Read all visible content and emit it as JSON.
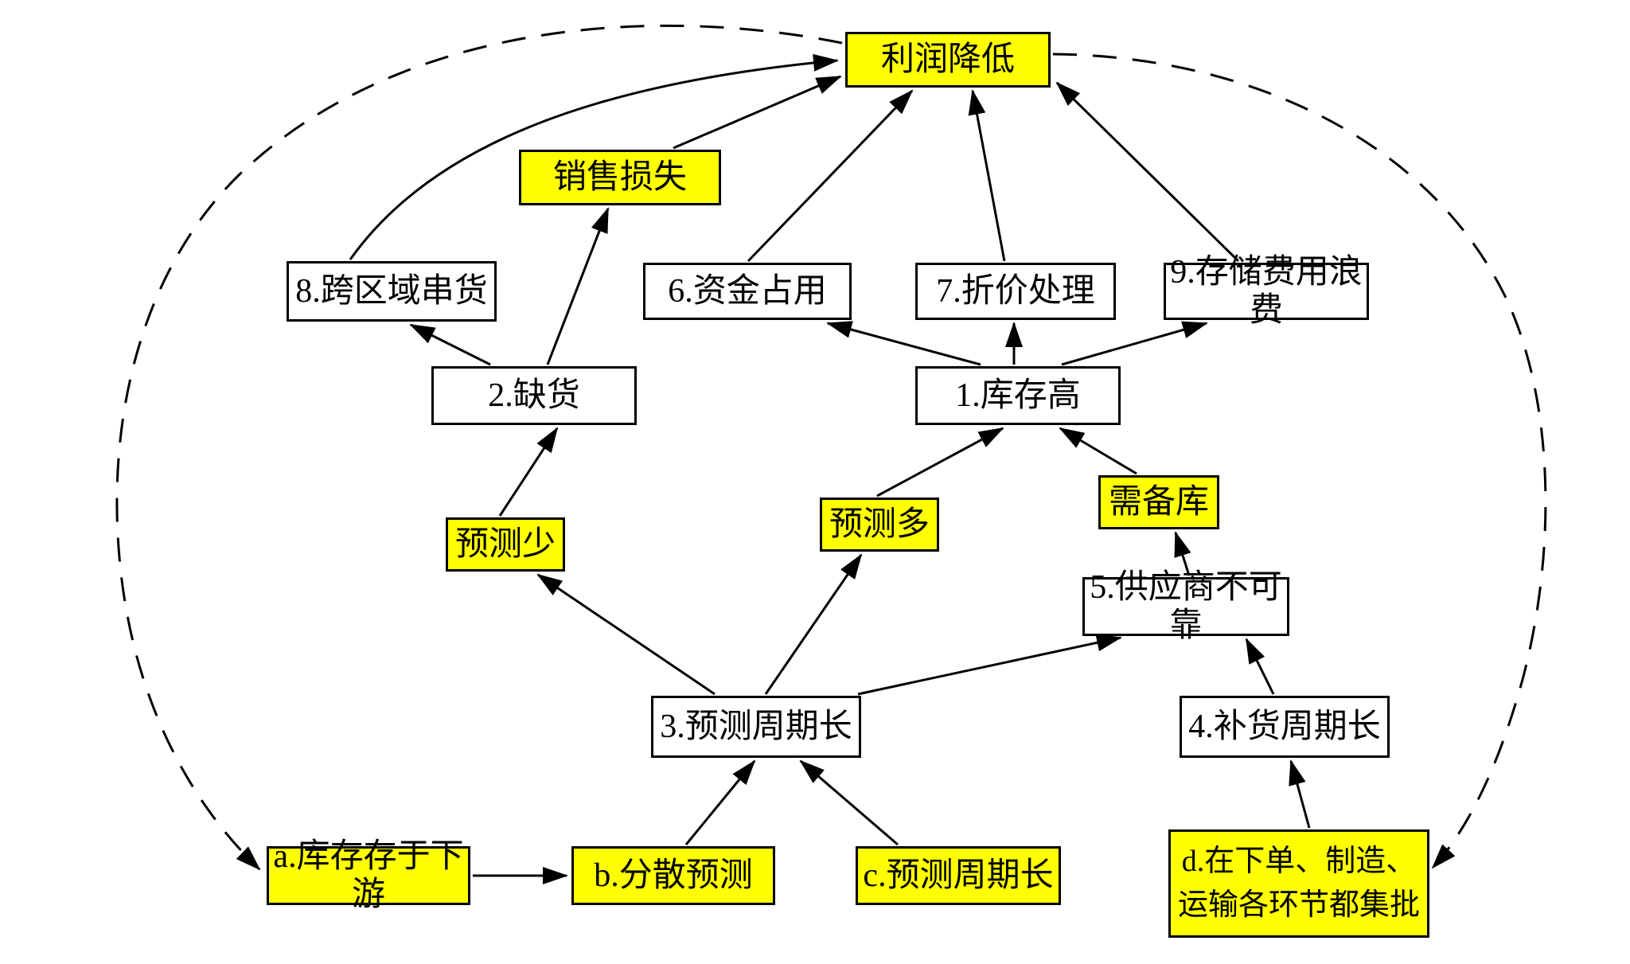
{
  "diagram_type": "causal-loop-diagram",
  "colors": {
    "highlight": "#FFFF00",
    "box_background": "#FFFFFF",
    "line": "#000000",
    "text": "#000000"
  },
  "nodes": [
    {
      "id": "profit",
      "label": "利润降低",
      "highlighted": true
    },
    {
      "id": "sales_loss",
      "label": "销售损失",
      "highlighted": true
    },
    {
      "id": "n8",
      "label": "8.跨区域串货",
      "highlighted": false
    },
    {
      "id": "n6",
      "label": "6.资金占用",
      "highlighted": false
    },
    {
      "id": "n7",
      "label": "7.折价处理",
      "highlighted": false
    },
    {
      "id": "n9",
      "label": "9.存储费用浪费",
      "highlighted": false
    },
    {
      "id": "n2",
      "label": "2.缺货",
      "highlighted": false
    },
    {
      "id": "n1",
      "label": "1.库存高",
      "highlighted": false
    },
    {
      "id": "forecast_less",
      "label": "预测少",
      "highlighted": true
    },
    {
      "id": "forecast_more",
      "label": "预测多",
      "highlighted": true
    },
    {
      "id": "need_reserve",
      "label": "需备库",
      "highlighted": true
    },
    {
      "id": "n5",
      "label": "5.供应商不可靠",
      "highlighted": false
    },
    {
      "id": "n3",
      "label": "3.预测周期长",
      "highlighted": false
    },
    {
      "id": "n4",
      "label": "4.补货周期长",
      "highlighted": false
    },
    {
      "id": "a",
      "label": "a.库存存于下游",
      "highlighted": true
    },
    {
      "id": "b",
      "label": "b.分散预测",
      "highlighted": true
    },
    {
      "id": "c",
      "label": "c.预测周期长",
      "highlighted": true
    },
    {
      "id": "d",
      "label": "d.在下单、制造、\n运输各环节都集批",
      "highlighted": true
    }
  ],
  "edges": [
    {
      "from": "sales_loss",
      "to": "profit",
      "style": "solid"
    },
    {
      "from": "n8",
      "to": "profit",
      "style": "solid"
    },
    {
      "from": "n6",
      "to": "profit",
      "style": "solid"
    },
    {
      "from": "n7",
      "to": "profit",
      "style": "solid"
    },
    {
      "from": "n9",
      "to": "profit",
      "style": "solid"
    },
    {
      "from": "n2",
      "to": "sales_loss",
      "style": "solid"
    },
    {
      "from": "n2",
      "to": "n8",
      "style": "solid"
    },
    {
      "from": "n1",
      "to": "n6",
      "style": "solid"
    },
    {
      "from": "n1",
      "to": "n7",
      "style": "solid"
    },
    {
      "from": "n1",
      "to": "n9",
      "style": "solid"
    },
    {
      "from": "forecast_less",
      "to": "n2",
      "style": "solid"
    },
    {
      "from": "forecast_more",
      "to": "n1",
      "style": "solid"
    },
    {
      "from": "need_reserve",
      "to": "n1",
      "style": "solid"
    },
    {
      "from": "n5",
      "to": "need_reserve",
      "style": "solid"
    },
    {
      "from": "n3",
      "to": "forecast_less",
      "style": "solid"
    },
    {
      "from": "n3",
      "to": "forecast_more",
      "style": "solid"
    },
    {
      "from": "n3",
      "to": "n5",
      "style": "solid"
    },
    {
      "from": "n4",
      "to": "n5",
      "style": "solid"
    },
    {
      "from": "b",
      "to": "n3",
      "style": "solid"
    },
    {
      "from": "c",
      "to": "n3",
      "style": "solid"
    },
    {
      "from": "a",
      "to": "b",
      "style": "solid"
    },
    {
      "from": "d",
      "to": "n4",
      "style": "solid"
    },
    {
      "from": "profit",
      "to": "a",
      "style": "dashed"
    },
    {
      "from": "profit",
      "to": "d",
      "style": "dashed"
    }
  ]
}
